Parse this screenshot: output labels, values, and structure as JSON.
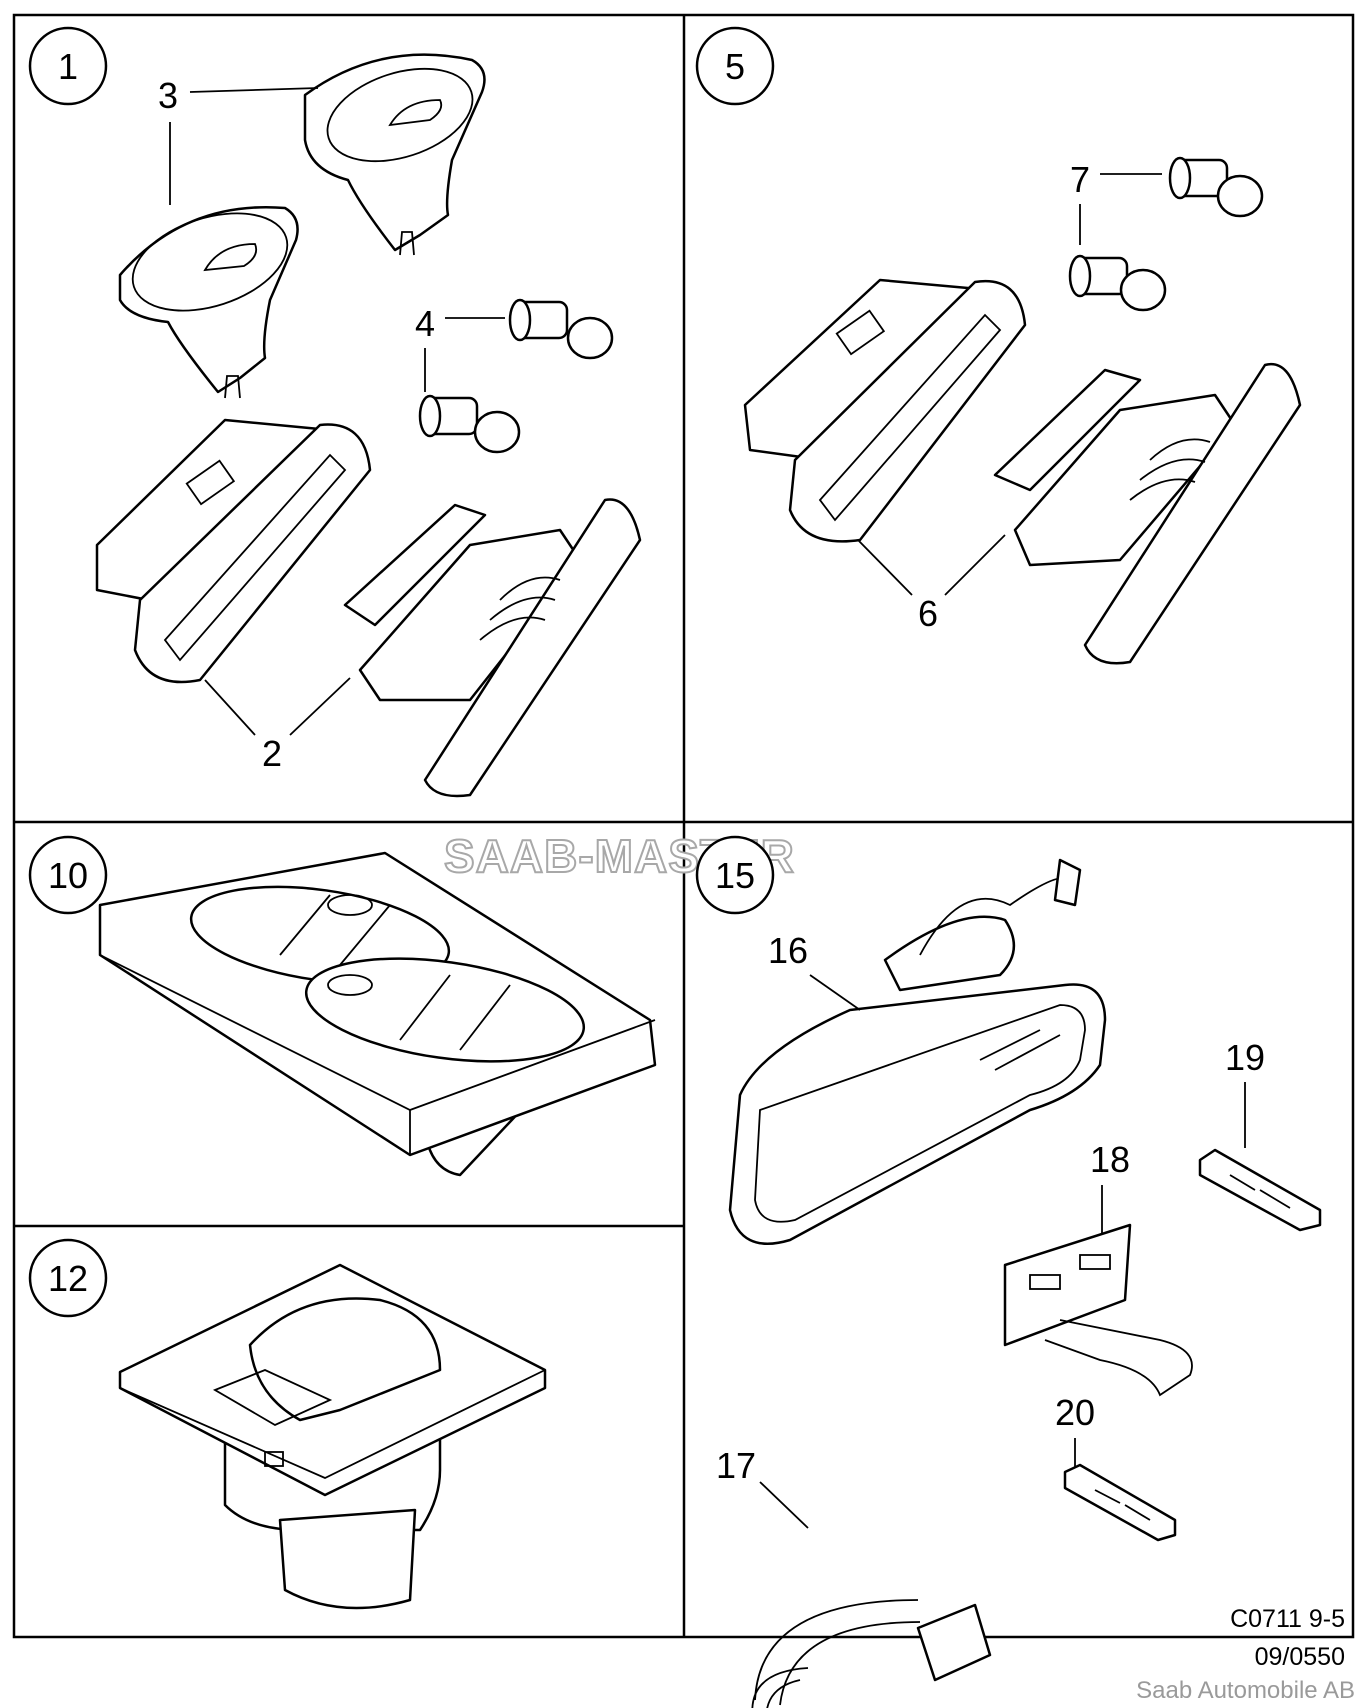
{
  "watermark": "SAAB-MASTER",
  "panels": [
    {
      "id": "panel-1",
      "number": "1",
      "callouts": [
        "3",
        "4",
        "2"
      ]
    },
    {
      "id": "panel-5",
      "number": "5",
      "callouts": [
        "7",
        "6"
      ]
    },
    {
      "id": "panel-10",
      "number": "10",
      "callouts": []
    },
    {
      "id": "panel-12",
      "number": "12",
      "callouts": []
    },
    {
      "id": "panel-15",
      "number": "15",
      "callouts": [
        "16",
        "19",
        "18",
        "17",
        "20"
      ]
    }
  ],
  "labels": {
    "p1": "1",
    "p5": "5",
    "p10": "10",
    "p12": "12",
    "p15": "15",
    "c2": "2",
    "c3": "3",
    "c4": "4",
    "c6": "6",
    "c7": "7",
    "c16": "16",
    "c17": "17",
    "c18": "18",
    "c19": "19",
    "c20": "20"
  },
  "footer": {
    "code": "C0711 9-5",
    "number": "09/0550",
    "manufacturer": "Saab Automobile AB"
  }
}
